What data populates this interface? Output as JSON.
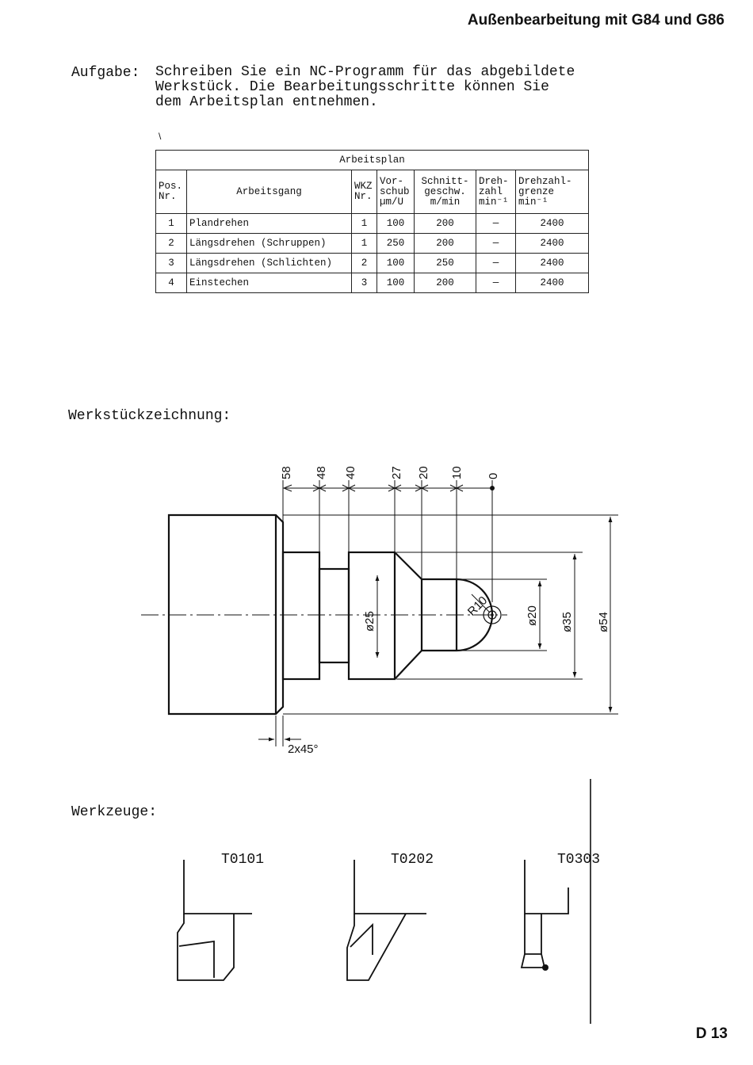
{
  "header": {
    "title": "Außenbearbeitung mit G84 und G86"
  },
  "task": {
    "label": "Aufgabe:",
    "lines": [
      "Schreiben Sie ein NC-Programm für das abgebildete",
      "Werkstück. Die Bearbeitungsschritte können Sie",
      "dem Arbeitsplan entnehmen."
    ]
  },
  "stray_mark": "\\",
  "plan": {
    "title": "Arbeitsplan",
    "headers": {
      "pos": "Pos. Nr.",
      "operation": "Arbeitsgang",
      "tool": "WKZ Nr.",
      "feed": "Vor- schub µm/U",
      "cutting_speed": "Schnitt- geschw. m/min",
      "speed": "Dreh- zahl min⁻¹",
      "speed_limit": "Drehzahl- grenze min⁻¹"
    },
    "rows": [
      {
        "pos": "1",
        "operation": "Plandrehen",
        "tool": "1",
        "feed": "100",
        "cutting_speed": "200",
        "speed": "—",
        "speed_limit": "2400"
      },
      {
        "pos": "2",
        "operation": "Längsdrehen (Schruppen)",
        "tool": "1",
        "feed": "250",
        "cutting_speed": "200",
        "speed": "—",
        "speed_limit": "2400"
      },
      {
        "pos": "3",
        "operation": "Längsdrehen (Schlichten)",
        "tool": "2",
        "feed": "100",
        "cutting_speed": "250",
        "speed": "—",
        "speed_limit": "2400"
      },
      {
        "pos": "4",
        "operation": "Einstechen",
        "tool": "3",
        "feed": "100",
        "cutting_speed": "200",
        "speed": "—",
        "speed_limit": "2400"
      }
    ]
  },
  "drawing": {
    "label": "Werkstückzeichnung:",
    "x_dims": [
      "58",
      "48",
      "40",
      "27",
      "20",
      "10",
      "0"
    ],
    "diameters": [
      "ø25",
      "ø20",
      "ø35",
      "ø54"
    ],
    "radius": "R10",
    "chamfer": "2x45°"
  },
  "tools": {
    "label": "Werkzeuge:",
    "items": [
      "T0101",
      "T0202",
      "T0303"
    ]
  },
  "page": {
    "number": "D 13"
  }
}
